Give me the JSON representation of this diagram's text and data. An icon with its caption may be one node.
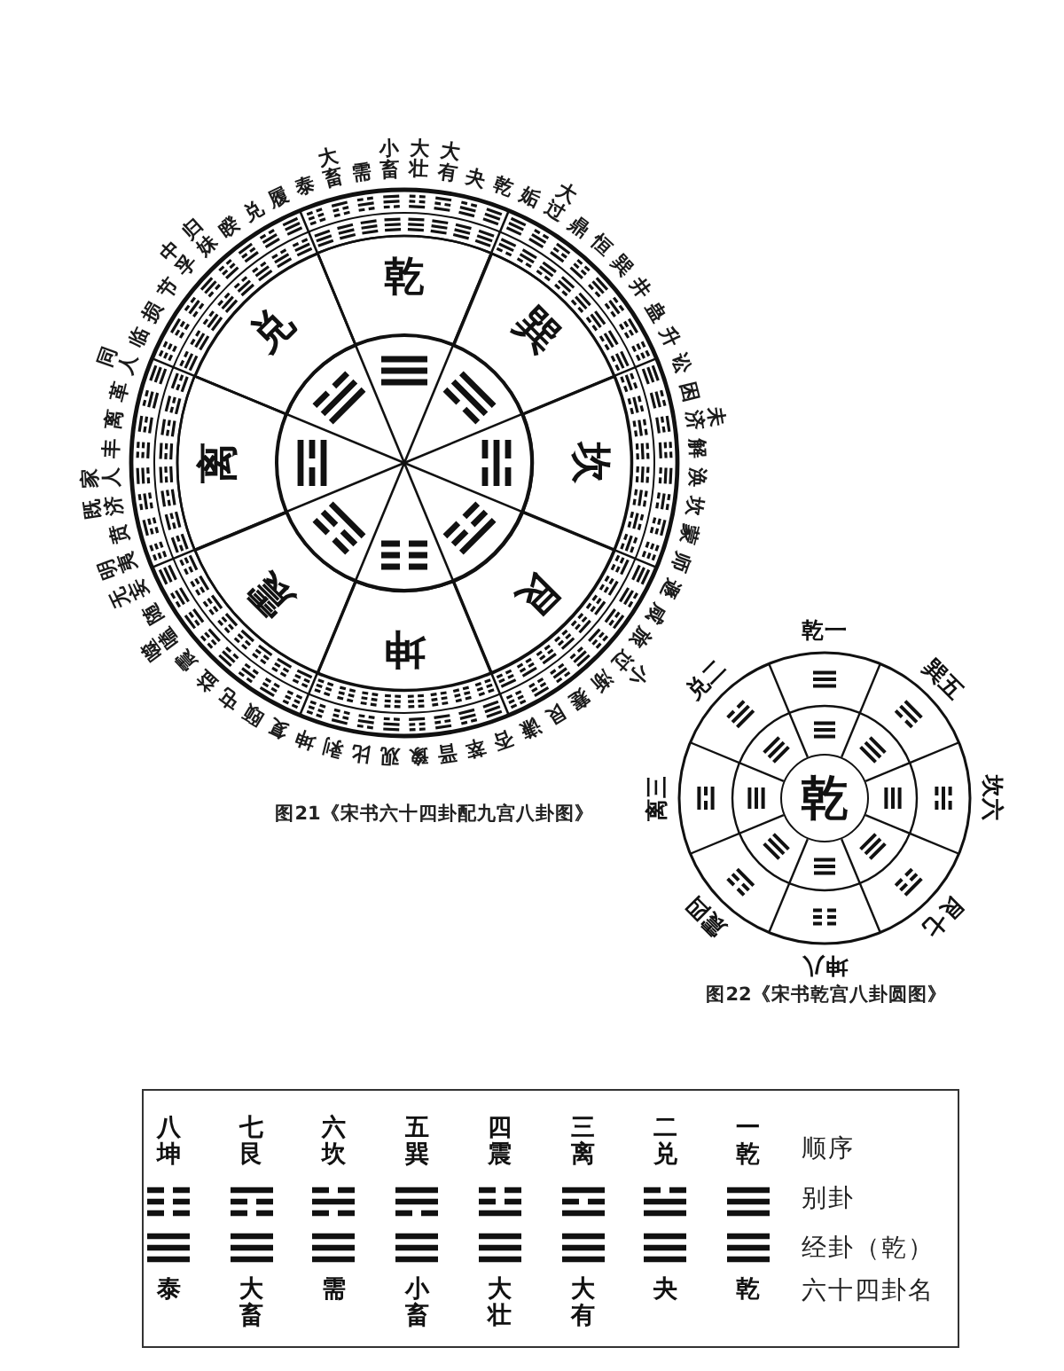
{
  "diagram": {
    "nodes": [
      {
        "text": [
          "乾"
        ]
      },
      {
        "text": [
          "巽"
        ]
      },
      {
        "text": [
          "坎"
        ]
      },
      {
        "text": [
          "艮"
        ]
      },
      {
        "text": [
          "坤"
        ]
      },
      {
        "text": [
          "震"
        ]
      },
      {
        "text": [
          "离"
        ]
      },
      {
        "text": [
          "兑"
        ]
      },
      {
        "text": [
          "乾"
        ]
      }
    ],
    "labels": [
      "泰",
      "大畜",
      "需",
      "小畜",
      "大壮",
      "大有",
      "夬",
      "乾",
      "姤",
      "大过",
      "鼎",
      "恒",
      "巽",
      "井",
      "蛊",
      "升",
      "讼",
      "困",
      "未济",
      "解",
      "涣",
      "坎",
      "蒙",
      "师",
      "遯",
      "咸",
      "旅",
      "小过",
      "渐",
      "蹇",
      "艮",
      "谦",
      "否",
      "萃",
      "晋",
      "豫",
      "观",
      "比",
      "剥",
      "坤",
      "复",
      "颐",
      "屯",
      "益",
      "震",
      "噬嗑",
      "随",
      "无妄",
      "明夷",
      "贲",
      "既济",
      "家人",
      "丰",
      "离",
      "革",
      "同人",
      "临",
      "损",
      "节",
      "中孚",
      "归妹",
      "睽",
      "兑",
      "履",
      "乾一",
      "巽五",
      "坎六",
      "艮七",
      "坤八",
      "震四",
      "离三",
      "兑二",
      "图21《宋书六十四卦配九宫八卦图》",
      "图22《宋书乾宫八卦圆图》",
      "八坤",
      "七艮",
      "六坎",
      "五巽",
      "四震",
      "三离",
      "二兑",
      "一乾",
      "顺序",
      "别卦",
      "经卦（乾）",
      "泰",
      "大畜",
      "需",
      "小畜",
      "大壮",
      "大有",
      "夬",
      "乾",
      "六十四卦名"
    ]
  }
}
